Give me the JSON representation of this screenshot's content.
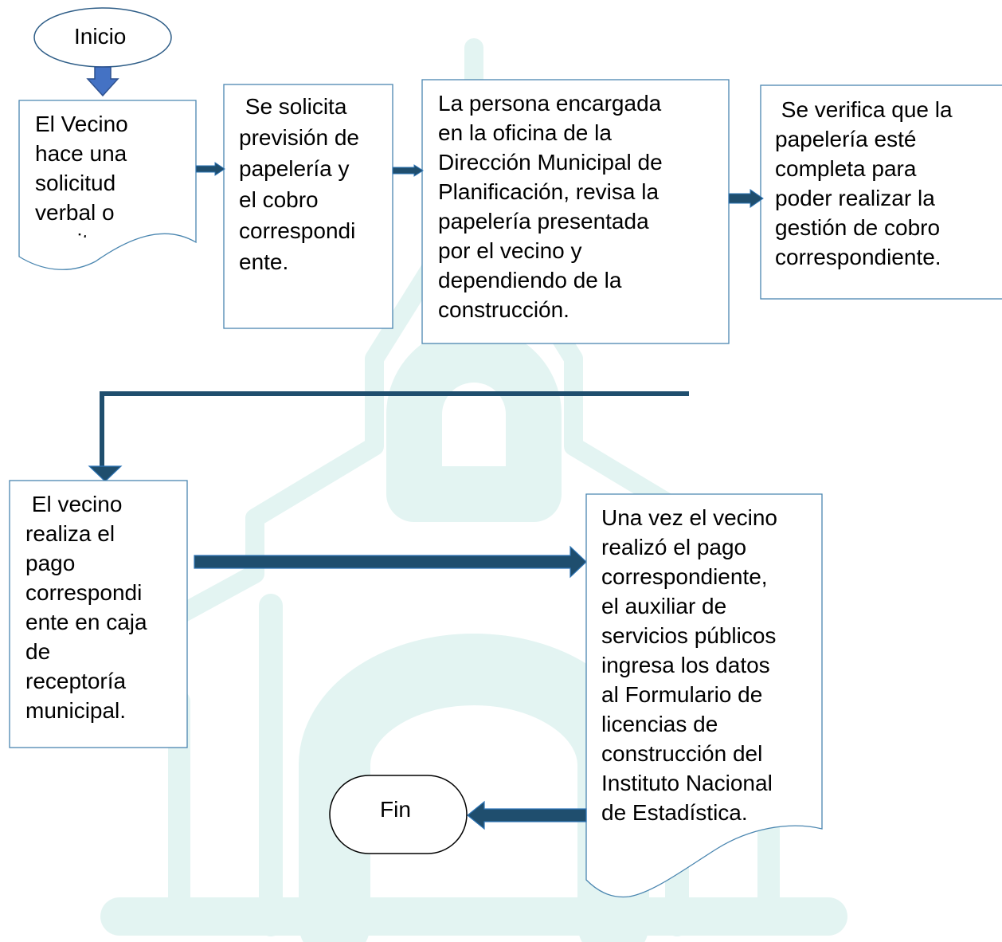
{
  "colors": {
    "arrow_fill": "#1f4e6e",
    "arrow_stroke": "#2e75b6",
    "down_arrow_fill": "#4472c4",
    "down_arrow_stroke": "#2f528f",
    "shape_border": "#4a86b0",
    "terminal_border": "#2e5d87",
    "watermark": "#e3f4f2"
  },
  "nodes": {
    "start": {
      "label": "Inicio"
    },
    "step1": {
      "lines": [
        "El Vecino",
        "hace una",
        "solicitud",
        "verbal o",
        "escrita."
      ]
    },
    "step2": {
      "lines": [
        " Se solicita",
        "previsión de",
        "papelería y",
        "el cobro",
        "correspondi",
        "ente."
      ]
    },
    "step3": {
      "lines": [
        "La persona encargada",
        "en la oficina de la",
        "Dirección Municipal de",
        "Planificación, revisa la",
        "papelería presentada",
        "por el vecino y",
        "dependiendo de la",
        "construcción."
      ]
    },
    "step4": {
      "lines": [
        " Se verifica que la",
        "papelería esté",
        "completa para",
        "poder realizar la",
        "gestión de cobro",
        "correspondiente."
      ]
    },
    "step5": {
      "lines": [
        " El vecino",
        "realiza el",
        "pago",
        "correspondi",
        "ente en caja",
        "de",
        "receptoría",
        "municipal."
      ]
    },
    "step6": {
      "lines": [
        "Una vez el vecino",
        "realizó el pago",
        "correspondiente,",
        "el auxiliar de",
        "servicios públicos",
        "ingresa los datos",
        "al Formulario de",
        "licencias de",
        "construcción del",
        "Instituto Nacional",
        "de Estadística."
      ]
    },
    "end": {
      "label": "Fin"
    }
  }
}
